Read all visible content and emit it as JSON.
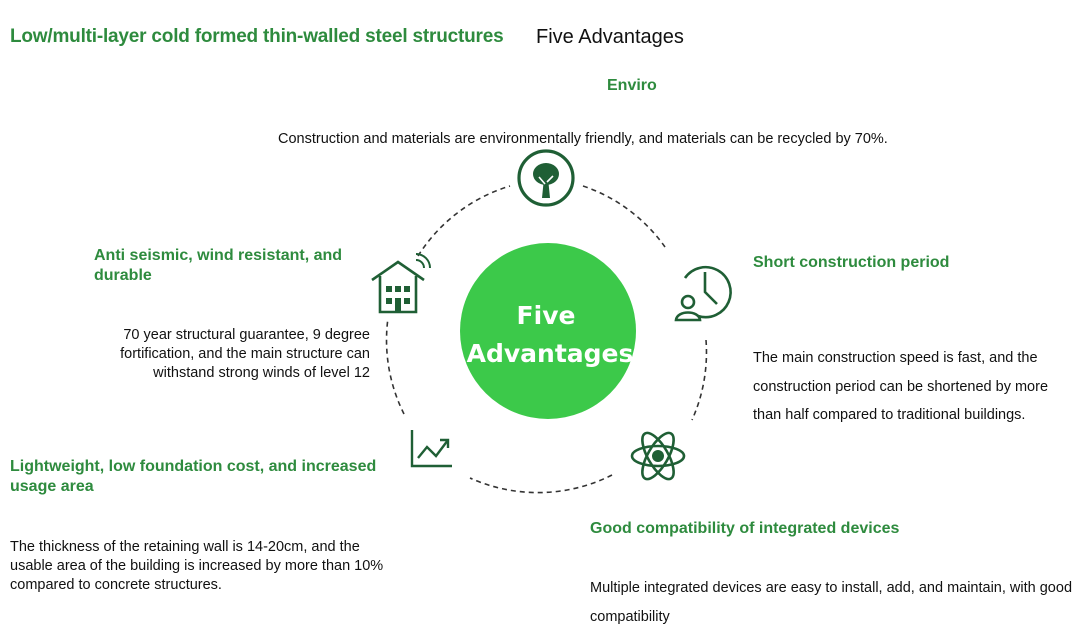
{
  "header": {
    "title": "Low/multi-layer cold formed thin-walled steel structures",
    "subtitle": "Five Advantages"
  },
  "center": {
    "line1": "Five",
    "line2": "Advantages",
    "color": "#3cc94a"
  },
  "advantages": [
    {
      "title": "Enviro",
      "desc": "Construction and materials are environmentally friendly, and materials can be recycled by 70%.",
      "icon": "tree-icon"
    },
    {
      "title": "Short construction period",
      "desc": "The main construction speed is fast, and the construction period can be shortened by more than half compared to traditional buildings.",
      "icon": "person-clock-icon"
    },
    {
      "title": "Good compatibility of integrated devices",
      "desc": "Multiple integrated devices are easy to install, add, and maintain, with good compatibility",
      "icon": "atom-icon"
    },
    {
      "title": "Lightweight, low foundation cost, and increased usage area",
      "desc": "The thickness of the retaining wall is 14-20cm, and the usable area of the building is increased by more than 10% compared to concrete structures.",
      "icon": "trend-chart-icon"
    },
    {
      "title": "Anti seismic, wind resistant, and durable",
      "desc": "70 year structural guarantee, 9 degree fortification, and the main structure can withstand strong winds of level 12",
      "icon": "smart-house-icon"
    }
  ],
  "colors": {
    "accent": "#2e8b3e",
    "icon": "#1f5f35",
    "ring": "#333333"
  }
}
